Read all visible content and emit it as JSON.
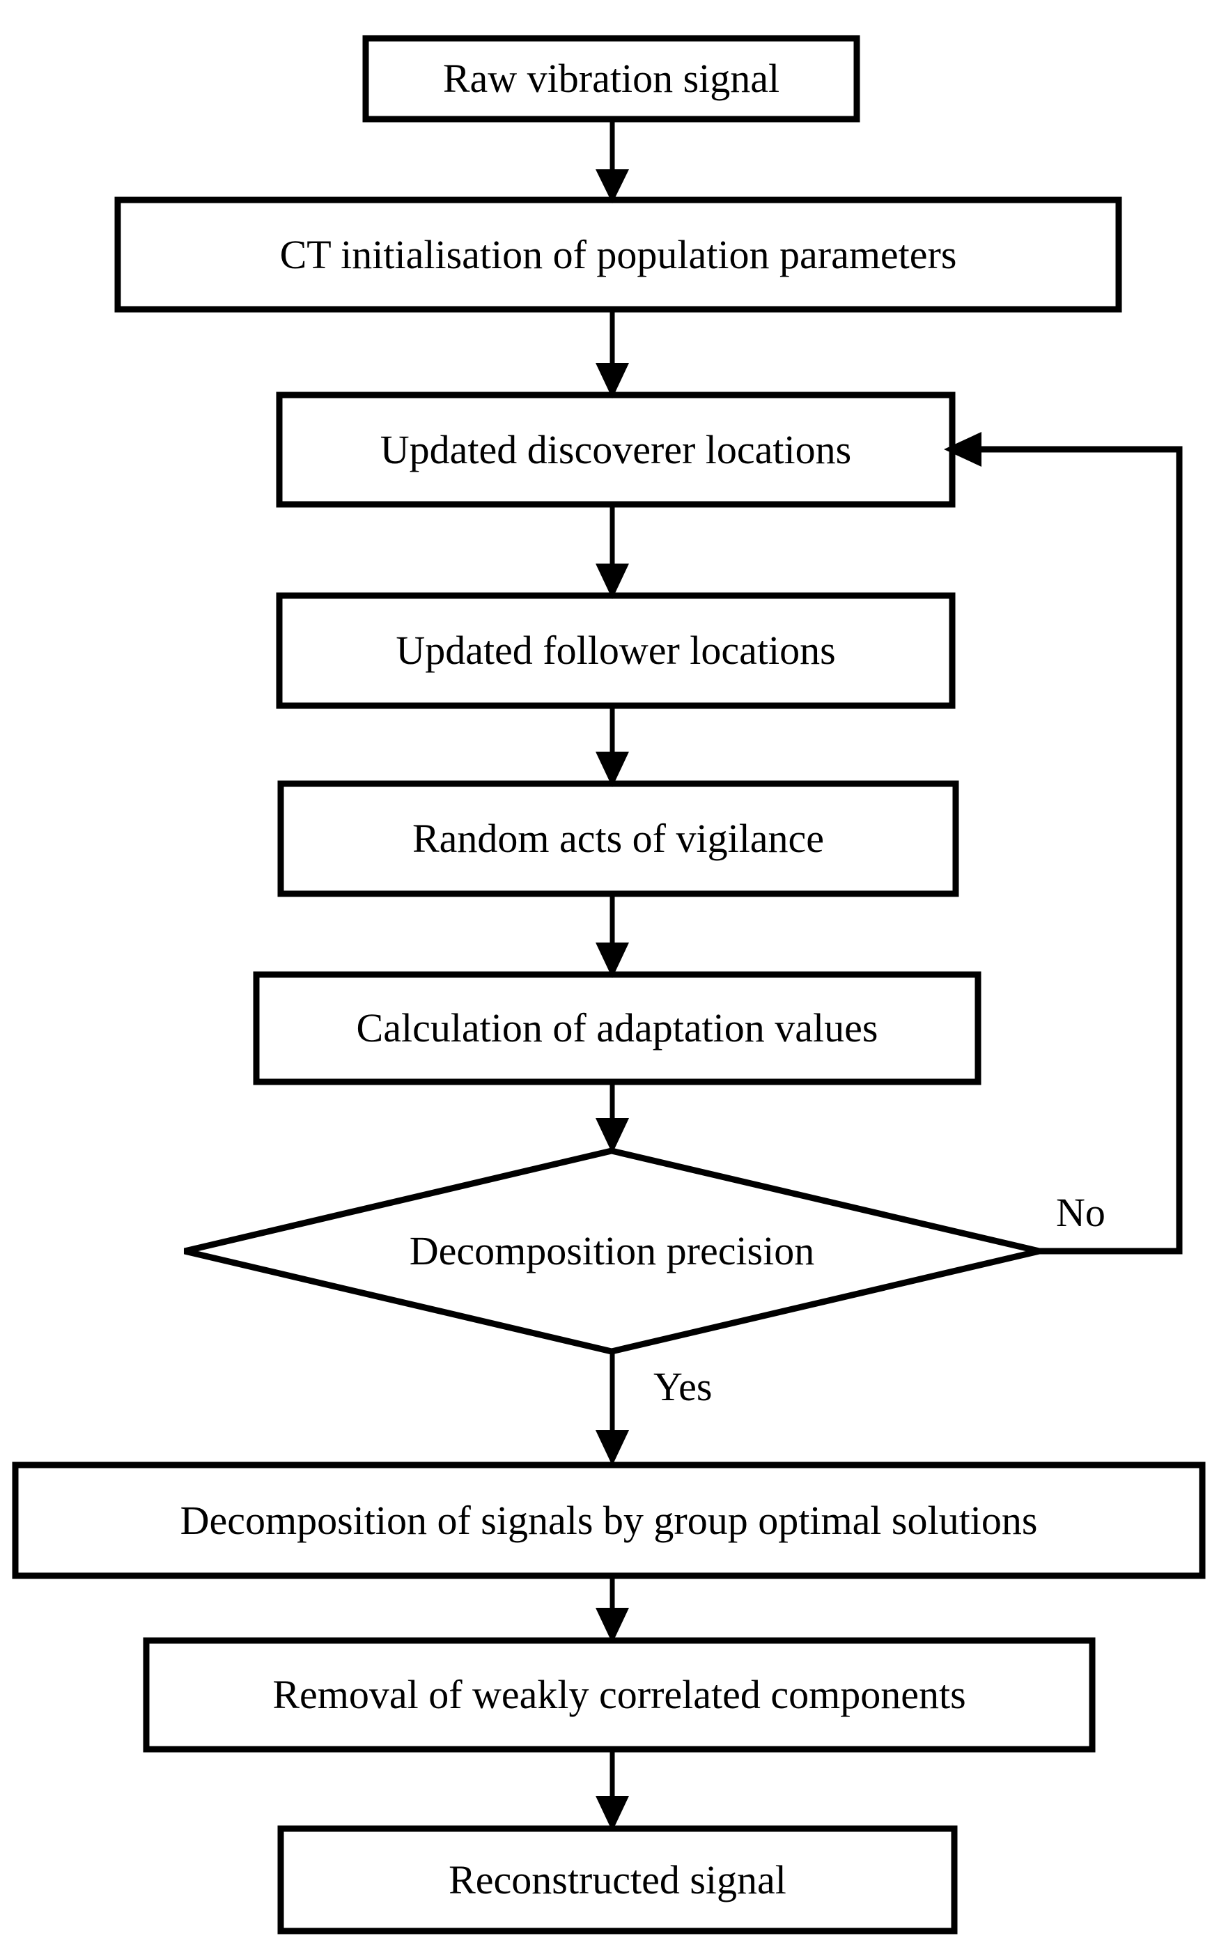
{
  "diagram": {
    "type": "flowchart",
    "orientation": "top-to-bottom",
    "background_color": "#ffffff",
    "stroke_color": "#000000",
    "text_color": "#000000",
    "nodes": [
      {
        "id": "n1",
        "shape": "rectangle",
        "label": "Raw vibration signal"
      },
      {
        "id": "n2",
        "shape": "rectangle",
        "label": "CT initialisation of population parameters"
      },
      {
        "id": "n3",
        "shape": "rectangle",
        "label": "Updated discoverer locations"
      },
      {
        "id": "n4",
        "shape": "rectangle",
        "label": "Updated follower locations"
      },
      {
        "id": "n5",
        "shape": "rectangle",
        "label": "Random acts of vigilance"
      },
      {
        "id": "n6",
        "shape": "rectangle",
        "label": "Calculation of adaptation values"
      },
      {
        "id": "n7",
        "shape": "diamond",
        "label": "Decomposition precision"
      },
      {
        "id": "n8",
        "shape": "rectangle",
        "label": "Decomposition of signals by group optimal solutions"
      },
      {
        "id": "n9",
        "shape": "rectangle",
        "label": "Removal of weakly correlated components"
      },
      {
        "id": "n10",
        "shape": "rectangle",
        "label": "Reconstructed signal"
      }
    ],
    "edge_labels": {
      "no": "No",
      "yes": "Yes"
    },
    "edges": [
      {
        "from": "n1",
        "to": "n2",
        "label": ""
      },
      {
        "from": "n2",
        "to": "n3",
        "label": ""
      },
      {
        "from": "n3",
        "to": "n4",
        "label": ""
      },
      {
        "from": "n4",
        "to": "n5",
        "label": ""
      },
      {
        "from": "n5",
        "to": "n6",
        "label": ""
      },
      {
        "from": "n6",
        "to": "n7",
        "label": ""
      },
      {
        "from": "n7",
        "to": "n3",
        "label": "No"
      },
      {
        "from": "n7",
        "to": "n8",
        "label": "Yes"
      },
      {
        "from": "n8",
        "to": "n9",
        "label": ""
      },
      {
        "from": "n9",
        "to": "n10",
        "label": ""
      }
    ]
  }
}
